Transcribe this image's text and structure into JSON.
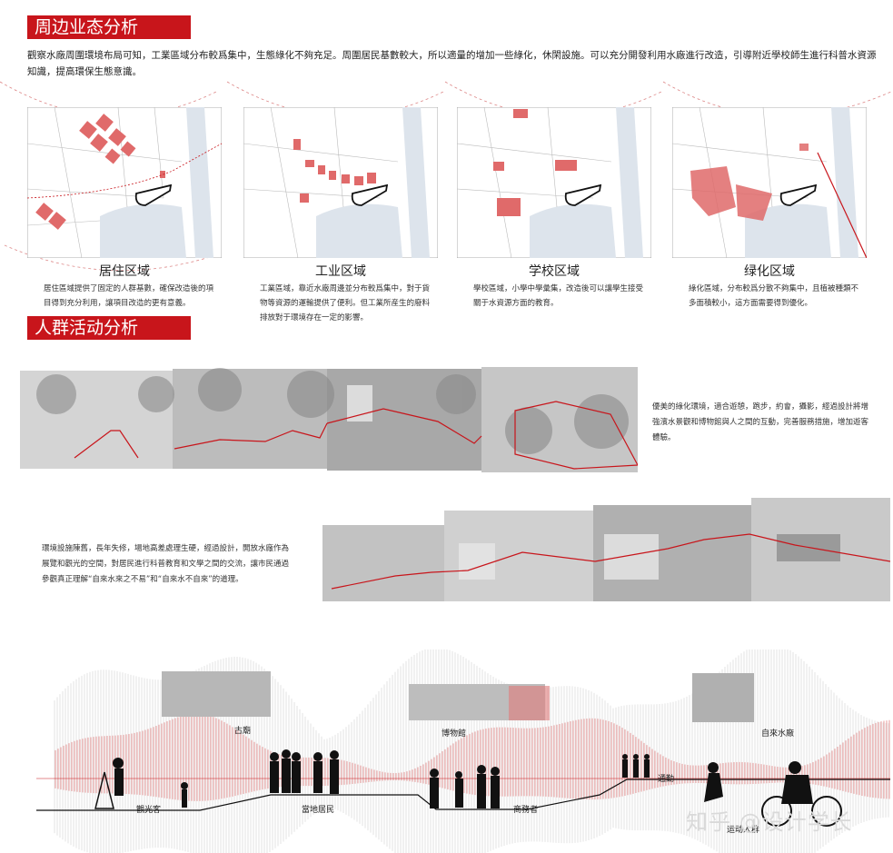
{
  "section1": {
    "title": "周边业态分析",
    "intro": "觀察水廠周圍環境布局可知，工業區域分布較爲集中，生態綠化不夠充足。周圍居民基數較大，所以適量的增加一些綠化，休閑設施。可以充分開發利用水廠進行改造，引導附近學校師生進行科普水資源知識，提高環保生態意識。",
    "maps": [
      {
        "label": "居住区域",
        "desc": "居住區域提供了固定的人群基數，確保改造後的項目得到充分利用，讓項目改造的更有意義。"
      },
      {
        "label": "工业区域",
        "desc": "工業區域，靠近水廠周邊並分布較爲集中，對于貨物等資源的運輸提供了便利。但工業所産生的廢料排放對于環境存在一定的影響。"
      },
      {
        "label": "学校区域",
        "desc": "學校區域，小學中學彙集，改造後可以讓學生接受關于水資源方面的教育。"
      },
      {
        "label": "绿化区域",
        "desc": "綠化區域，分布較爲分散不夠集中，且植被種類不多面積較小，這方面需要得到優化。"
      }
    ]
  },
  "section2": {
    "title": "人群活动分析",
    "desc_top": "優美的綠化環境，適合遊憩，跑步，約會，攝影，經過設計將增強濱水景觀和博物館與人之間的互動，完善服務措施，增加遊客體驗。",
    "desc_mid": "環境設施陳舊，長年失修，場地高差處理生硬，經過設計，開放水廠作為展覽和觀光的空間，對居民進行科普教育和文學之間的交流，讓市民通過參觀真正理解“自來水來之不易”和“自來水不自來”的道理。"
  },
  "elevation": {
    "labels": {
      "temple": "古廟",
      "museum": "博物館",
      "waterworks": "自來水廠",
      "tourist": "觀光客",
      "residents": "當地居民",
      "business": "商務者",
      "commute": "通勤",
      "sports": "运动人群"
    }
  },
  "watermark": "知乎 @设计学长",
  "colors": {
    "accent": "#c8151b",
    "highlight": "#e07070",
    "water": "#dfe5ec"
  }
}
